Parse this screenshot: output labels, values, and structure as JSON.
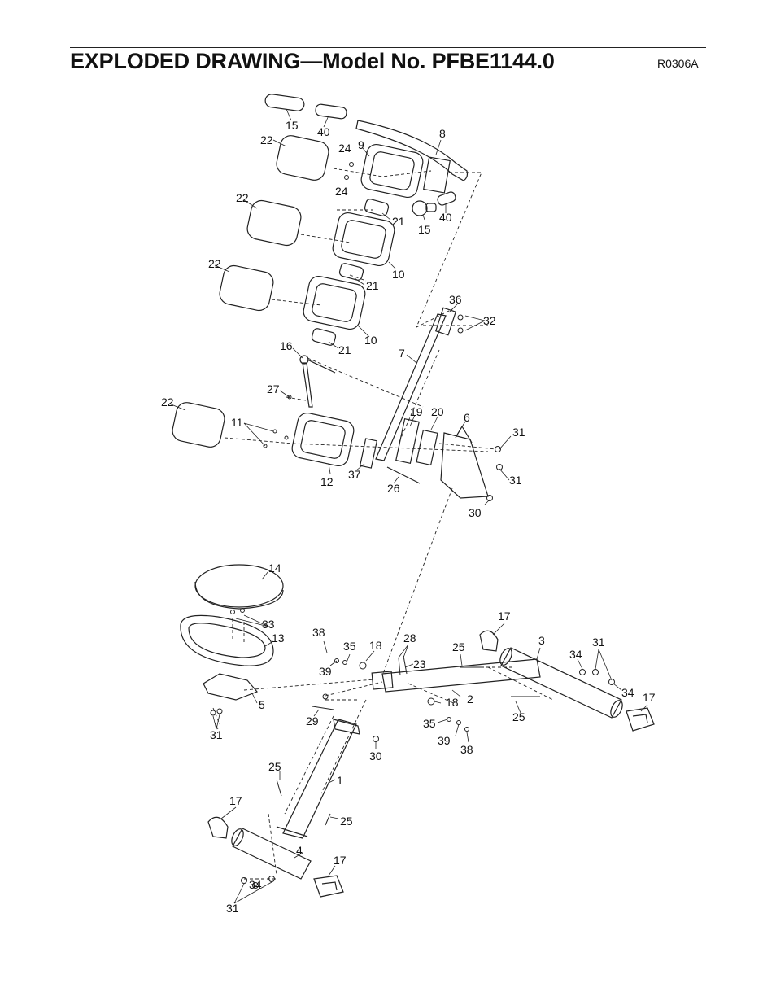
{
  "header": {
    "title": "EXPLODED DRAWING—Model No. PFBE1144.0",
    "code": "R0306A"
  },
  "parts": {
    "p1": "1",
    "p2": "2",
    "p3": "3",
    "p4": "4",
    "p5": "5",
    "p6": "6",
    "p7": "7",
    "p8": "8",
    "p9": "9",
    "p10a": "10",
    "p10b": "10",
    "p11": "11",
    "p12": "12",
    "p13": "13",
    "p14": "14",
    "p15a": "15",
    "p15b": "15",
    "p16": "16",
    "p17a": "17",
    "p17b": "17",
    "p17c": "17",
    "p17d": "17",
    "p18a": "18",
    "p18b": "18",
    "p19": "19",
    "p20": "20",
    "p21a": "21",
    "p21b": "21",
    "p21c": "21",
    "p22a": "22",
    "p22b": "22",
    "p22c": "22",
    "p22d": "22",
    "p23": "23",
    "p24a": "24",
    "p24b": "24",
    "p25a": "25",
    "p25b": "25",
    "p25c": "25",
    "p25d": "25",
    "p26": "26",
    "p27": "27",
    "p28": "28",
    "p29": "29",
    "p30a": "30",
    "p30b": "30",
    "p31a": "31",
    "p31b": "31",
    "p31c": "31",
    "p31d": "31",
    "p31e": "31",
    "p32": "32",
    "p33": "33",
    "p34a": "34",
    "p34b": "34",
    "p34c": "34",
    "p35a": "35",
    "p35b": "35",
    "p36": "36",
    "p37": "37",
    "p38a": "38",
    "p38b": "38",
    "p39a": "39",
    "p39b": "39",
    "p40a": "40",
    "p40b": "40"
  }
}
